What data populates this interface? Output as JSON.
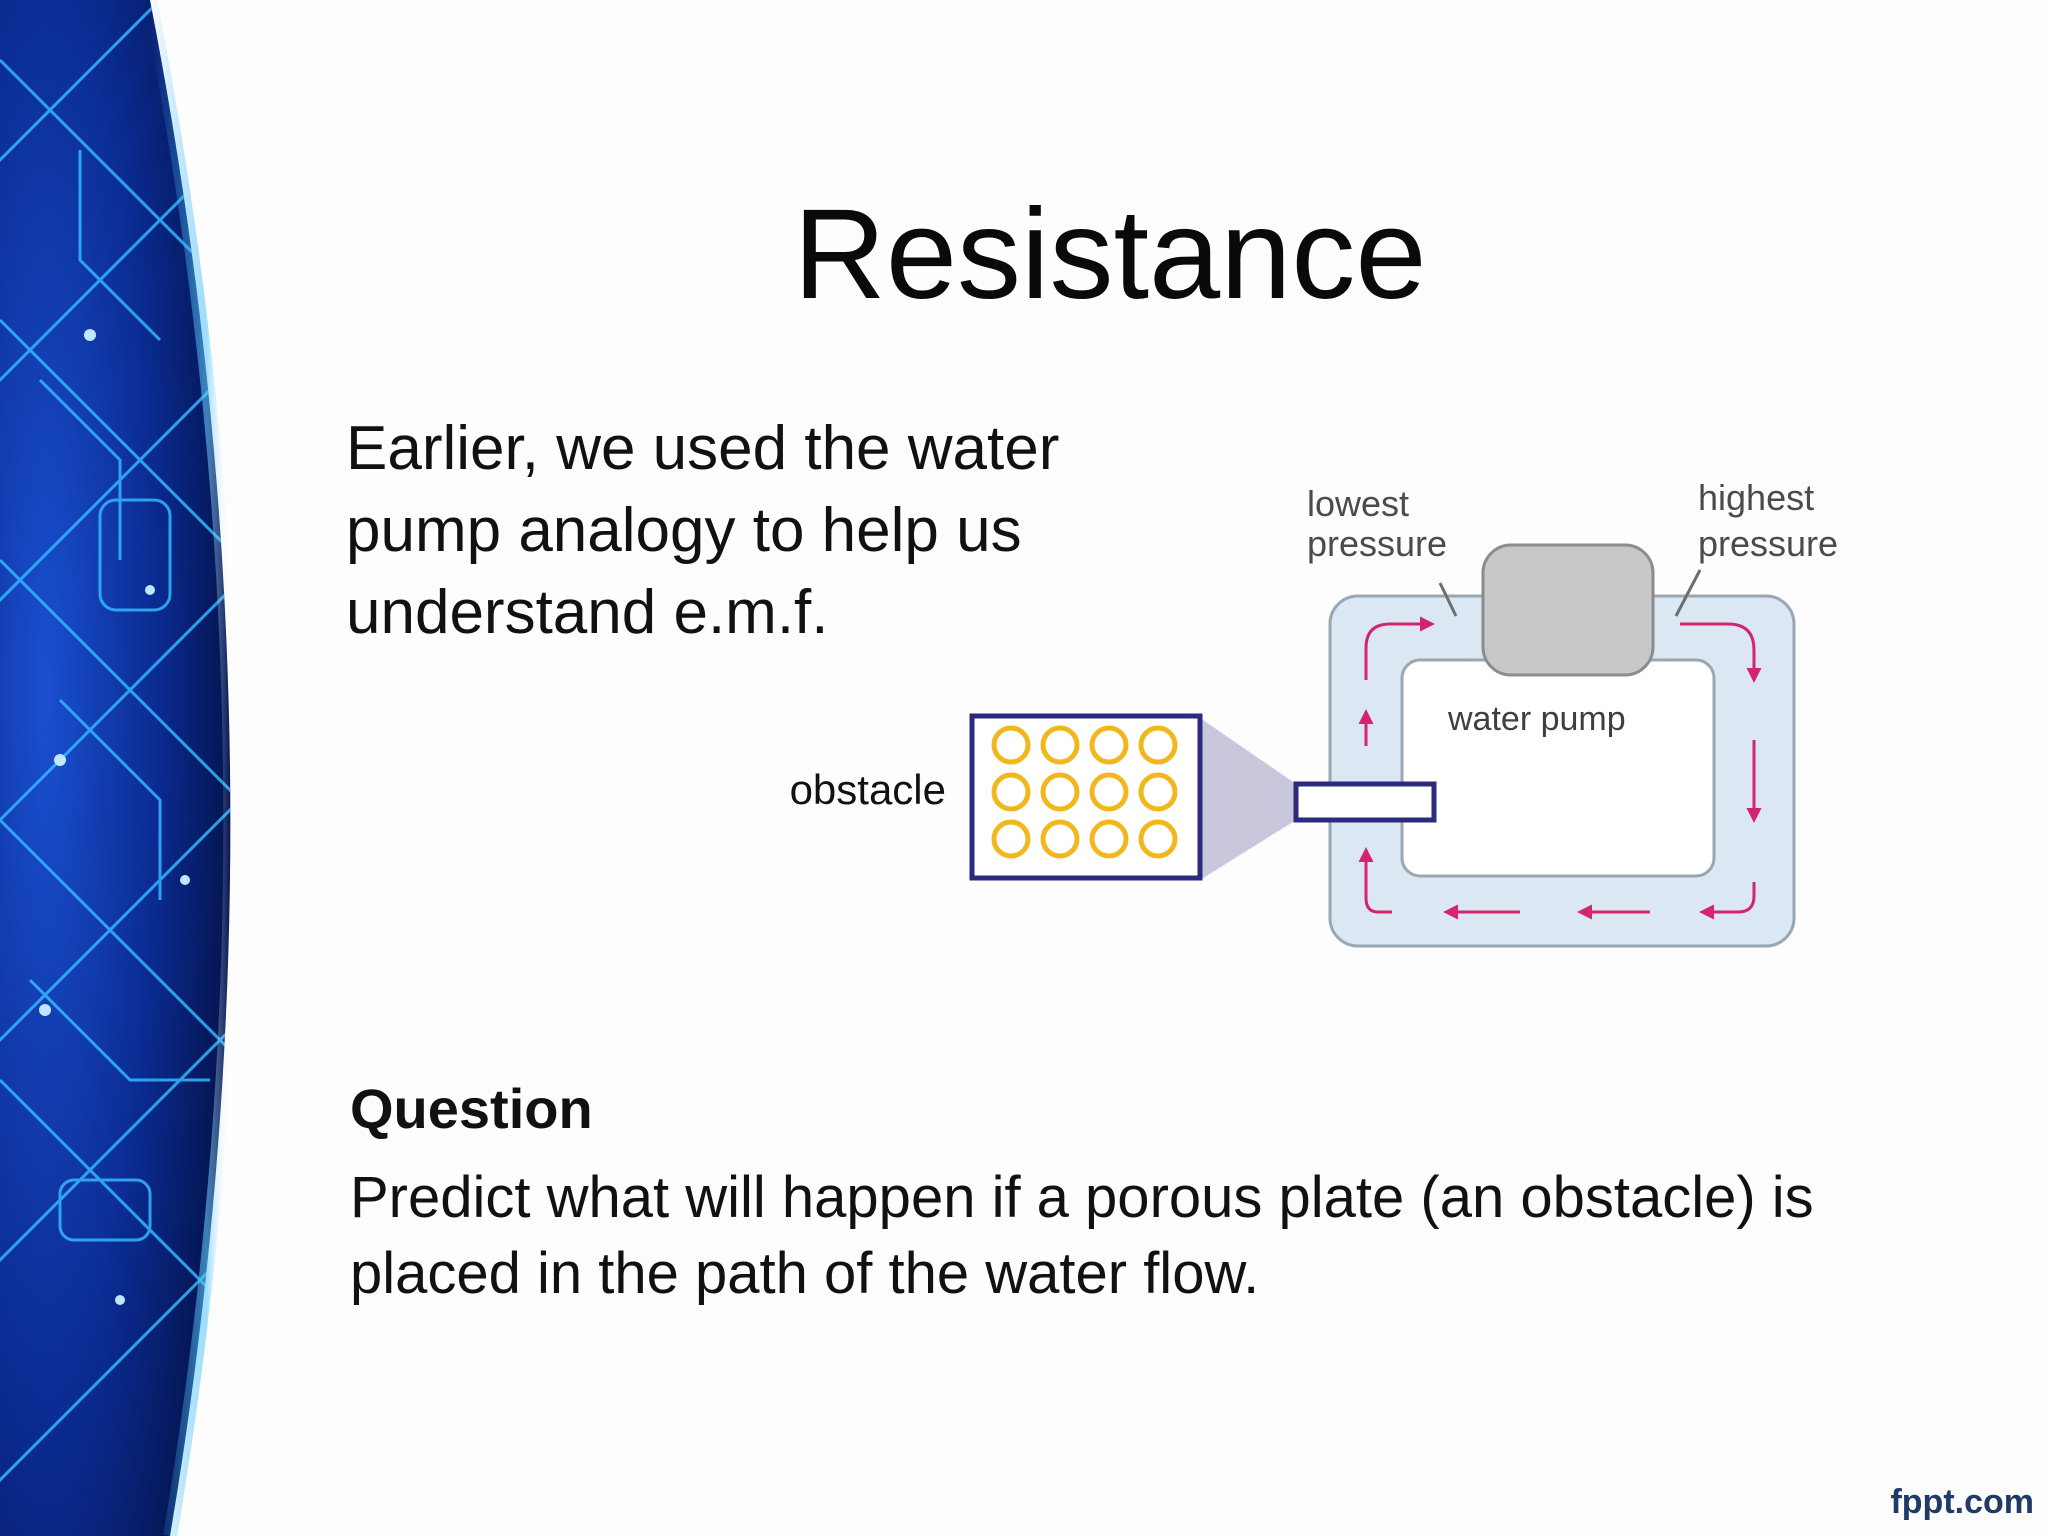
{
  "slide": {
    "title": "Resistance",
    "intro": "Earlier, we used the water pump analogy to help us understand e.m.f.",
    "question_heading": "Question",
    "question_text": "Predict what will happen if a porous plate (an obstacle) is placed in the path of the water flow."
  },
  "diagram": {
    "lowest_pressure_label": [
      "lowest",
      "pressure"
    ],
    "highest_pressure_label": [
      "highest",
      "pressure"
    ],
    "pump_label": "water pump",
    "obstacle_label": "obstacle",
    "flow_arrow_color": "#d4246e",
    "pipe_fill_color": "#dbe8f3",
    "obstacle_outline_color": "#2b2a7c",
    "pore_color": "#f1b71c",
    "pore_grid": {
      "rows": 3,
      "columns": 4
    }
  },
  "footer": {
    "logo_text": "fppt.com"
  },
  "theme": {
    "circuit_background": "#061a5e",
    "circuit_glow": "#2ab0ff"
  }
}
